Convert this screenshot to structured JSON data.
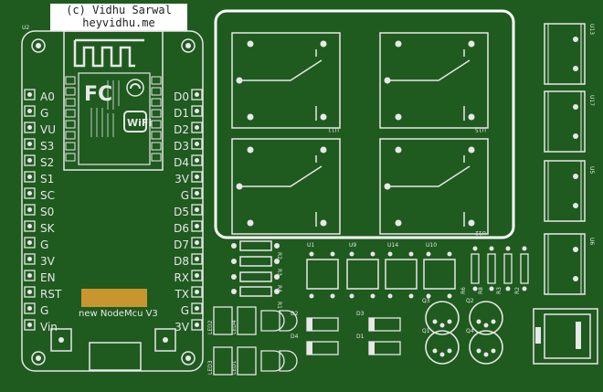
{
  "credit": {
    "line1": "(c) Vidhu Sarwal",
    "line2": "heyvidhu.me"
  },
  "module": {
    "ref": "U2",
    "left_pins": [
      "A0",
      "G",
      "VU",
      "S3",
      "S2",
      "S1",
      "SC",
      "S0",
      "SK",
      "G",
      "3V",
      "EN",
      "RST",
      "G",
      "Vin"
    ],
    "right_pins": [
      "D0",
      "D1",
      "D2",
      "D3",
      "D4",
      "3V",
      "G",
      "D5",
      "D6",
      "D7",
      "D8",
      "RX",
      "TX",
      "G",
      "3V"
    ],
    "name_label": "new NodeMcu V3",
    "wifi_label": "WiFi",
    "fc_label": "FC"
  },
  "relays": {
    "labels": [
      "U11",
      "U15",
      "",
      "U12"
    ]
  },
  "terminals": {
    "labels": [
      "U13",
      "U17",
      "U5",
      "U6"
    ]
  },
  "resistors_left": {
    "labels": [
      "R2",
      "R3",
      "R4",
      "R1"
    ]
  },
  "ics": {
    "labels": [
      "U1",
      "U9",
      "U14",
      "U10"
    ]
  },
  "right_resistors": {
    "labels": [
      "R6",
      "R8",
      "R3",
      "R2"
    ]
  },
  "leds": {
    "labels": [
      "LED2",
      "LED4",
      "LED3",
      "LED1"
    ]
  },
  "diodes": {
    "labels": [
      "D2",
      "D3",
      "D4",
      "D1"
    ]
  },
  "transistors": {
    "labels": [
      "Q3",
      "Q2",
      "Q1",
      "Q4"
    ]
  },
  "colors": {
    "board": "#1f5a1f",
    "silk": "#e8e8e8",
    "label_pad": "#c8962e"
  }
}
